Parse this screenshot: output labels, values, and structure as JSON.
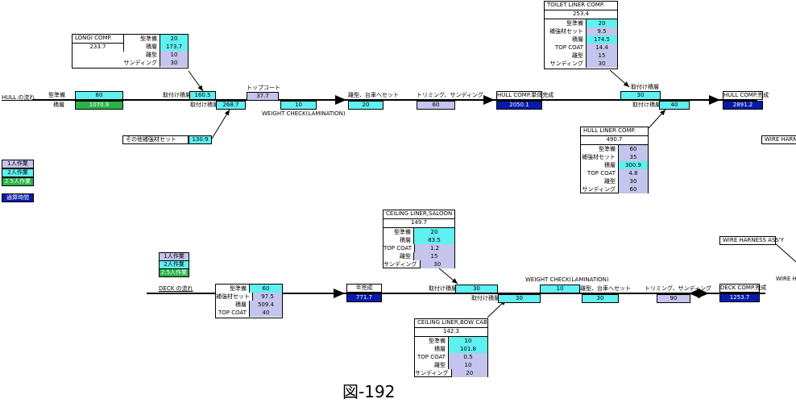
{
  "figure_label": "図-192",
  "colors": {
    "cyan": "#5ff0f0",
    "lavender": "#c4c4ec",
    "green": "#2bb34a",
    "navy": "#0a1aa8"
  },
  "hull": {
    "flow_label": "HULL の流れ",
    "prep_label": "型準備",
    "prep_value": "60",
    "lam_label": "積層",
    "lam_value": "1070.9",
    "longi": {
      "title": "LONGI COMP.",
      "total": "233.7",
      "rows": [
        {
          "k": "型準備",
          "v": "20"
        },
        {
          "k": "積層",
          "v": "173.7"
        },
        {
          "k": "離型",
          "v": "10"
        },
        {
          "k": "サンディング",
          "v": "30"
        }
      ]
    },
    "attach1_label": "取付け積層",
    "attach1_value": "160.5",
    "attach2_label": "取付け積層",
    "attach2_value": "268.7",
    "other_label": "その他補強材セット",
    "other_value": "130.9",
    "topcoat_label": "トップコート",
    "topcoat_value": "37.7",
    "weight_check_value": "10",
    "weight_check_label": "WEIGHT CHECK(LAMINATION)",
    "demold_label": "離型、台車へセット",
    "demold_value": "20",
    "trim_label": "トリミング、サンディング",
    "trim_value": "60",
    "hull_comp_label": "HULL COMP.単体完成",
    "hull_comp_value": "2050.1",
    "toilet": {
      "title": "TOILET LINER COMP.",
      "total": "253.4",
      "rows": [
        {
          "k": "型準備",
          "v": "20"
        },
        {
          "k": "補強材セット",
          "v": "9.5"
        },
        {
          "k": "積層",
          "v": "174.5"
        },
        {
          "k": "TOP COAT",
          "v": "14.4"
        },
        {
          "k": "離型",
          "v": "15"
        },
        {
          "k": "サンディング",
          "v": "30"
        }
      ]
    },
    "attach3_label": "取付け積層",
    "attach3_value": "30",
    "attach4_label": "取付け積層",
    "attach4_value": "40",
    "hull_liner": {
      "title": "HULL LINER COMP.",
      "total": "490.7",
      "rows": [
        {
          "k": "型準備",
          "v": "60"
        },
        {
          "k": "補強材セット",
          "v": "35"
        },
        {
          "k": "積層",
          "v": "300.9"
        },
        {
          "k": "TOP COAT",
          "v": "4.8"
        },
        {
          "k": "離型",
          "v": "30"
        },
        {
          "k": "サンディング",
          "v": "60"
        }
      ]
    },
    "hull_done_label": "HULL COMP.完成",
    "hull_done_value": "2891.2",
    "wire_harness": "WIRE HARNESS"
  },
  "legend": {
    "items": [
      {
        "label": "1人作業",
        "color": "lavender"
      },
      {
        "label": "2人作業",
        "color": "cyan"
      },
      {
        "label": "2.5人作業",
        "color": "green"
      }
    ],
    "total_time": "通算時間"
  },
  "deck": {
    "legend_items": [
      {
        "label": "1人作業",
        "color": "lavender"
      },
      {
        "label": "2人作業",
        "color": "cyan"
      },
      {
        "label": "2.5人作業",
        "color": "green"
      }
    ],
    "flow_label": "DECK の流れ",
    "rows": [
      {
        "k": "型準備",
        "v": "60"
      },
      {
        "k": "補強材セット",
        "v": "97.5"
      },
      {
        "k": "積層",
        "v": "509.4"
      },
      {
        "k": "TOP COAT",
        "v": "40"
      }
    ],
    "half_label": "半完成",
    "half_value": "771.7",
    "saloon": {
      "title": "CEILING LINER,SALOON COMP.",
      "total": "149.7",
      "rows": [
        {
          "k": "型準備",
          "v": "20"
        },
        {
          "k": "積層",
          "v": "83.5"
        },
        {
          "k": "TOP COAT",
          "v": "1.2"
        },
        {
          "k": "離型",
          "v": "15"
        },
        {
          "k": "サンディング",
          "v": "30"
        }
      ]
    },
    "attach1_label": "取付け積層",
    "attach1_value": "30",
    "attach2_label": "取付け積層",
    "attach2_value": "30",
    "weight_check_label": "WEIGHT CHECK(LAMINATION)",
    "weight_check_value": "10",
    "demold_label": "離型、台車へセット",
    "demold_value": "30",
    "trim_label": "トリミング、サンディング",
    "trim_value": "90",
    "bow": {
      "title": "CEILING LINER,BOW CABIN COMP.",
      "total": "142.3",
      "rows": [
        {
          "k": "型準備",
          "v": "10"
        },
        {
          "k": "積層",
          "v": "101.8"
        },
        {
          "k": "TOP COAT",
          "v": "0.5"
        },
        {
          "k": "離型",
          "v": "10"
        },
        {
          "k": "サンディング",
          "v": "20"
        }
      ]
    },
    "deck_done_label": "DECK COMP.完成",
    "deck_done_value": "1253.7",
    "wire_assy": "WIRE HARNESS ASS'Y",
    "wire_cut": "WIRE HAR"
  }
}
